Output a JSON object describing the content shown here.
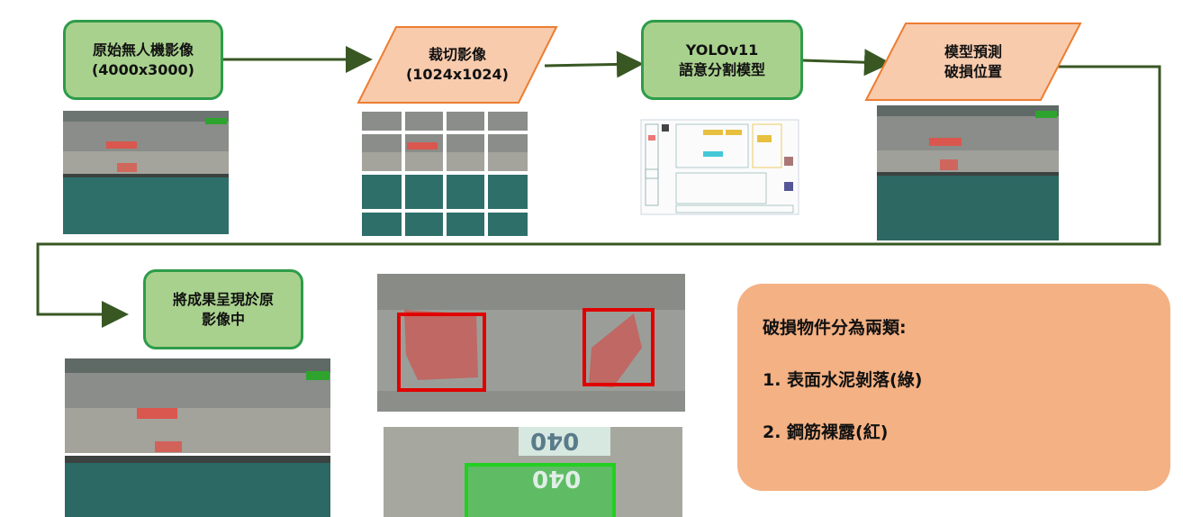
{
  "nodes": {
    "source_image": [
      "原始無人機影像",
      "(4000x3000)"
    ],
    "crop_image": [
      "裁切影像",
      "(1024x1024)"
    ],
    "model": [
      "YOLOv11",
      "語意分割模型"
    ],
    "predict": [
      "模型預測",
      "破損位置"
    ],
    "overlay": [
      "將成果呈現於原",
      "影像中"
    ]
  },
  "legend": {
    "title": "破損物件分為兩類:",
    "item1": "1. 表面水泥剝落(綠)",
    "item2": "2. 鋼筋裸露(紅)"
  },
  "colors": {
    "process_fill": "#a9d18e",
    "process_border": "#2e9c4a",
    "io_fill": "#f8cbad",
    "io_border": "#ed7d31",
    "arrow": "#385723",
    "legend_fill": "#f4b183",
    "rebar_exposed_box": "#e00000",
    "spalling_box": "#22d022"
  },
  "detections": {
    "upper_label_text": "040",
    "lower_label_text": "040"
  }
}
